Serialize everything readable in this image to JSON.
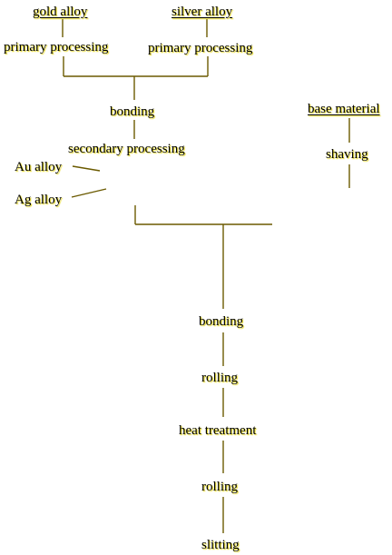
{
  "diagram": {
    "colors": {
      "line": "#6b5a00",
      "text": "#000000",
      "text_shadow": "#e3d300",
      "background": "#ffffff"
    },
    "labels": {
      "gold_alloy": "gold alloy",
      "silver_alloy": "silver alloy",
      "primary_processing_left": "primary processing",
      "primary_processing_right": "primary processing",
      "bonding_top": "bonding",
      "secondary_processing": "secondary processing",
      "au_alloy": "Au alloy",
      "ag_alloy": "Ag alloy",
      "base_material": "base material",
      "shaving": "shaving",
      "bonding_bottom": "bonding",
      "rolling_first": "rolling",
      "heat_treatment": "heat treatment",
      "rolling_second": "rolling",
      "slitting": "slitting"
    }
  }
}
